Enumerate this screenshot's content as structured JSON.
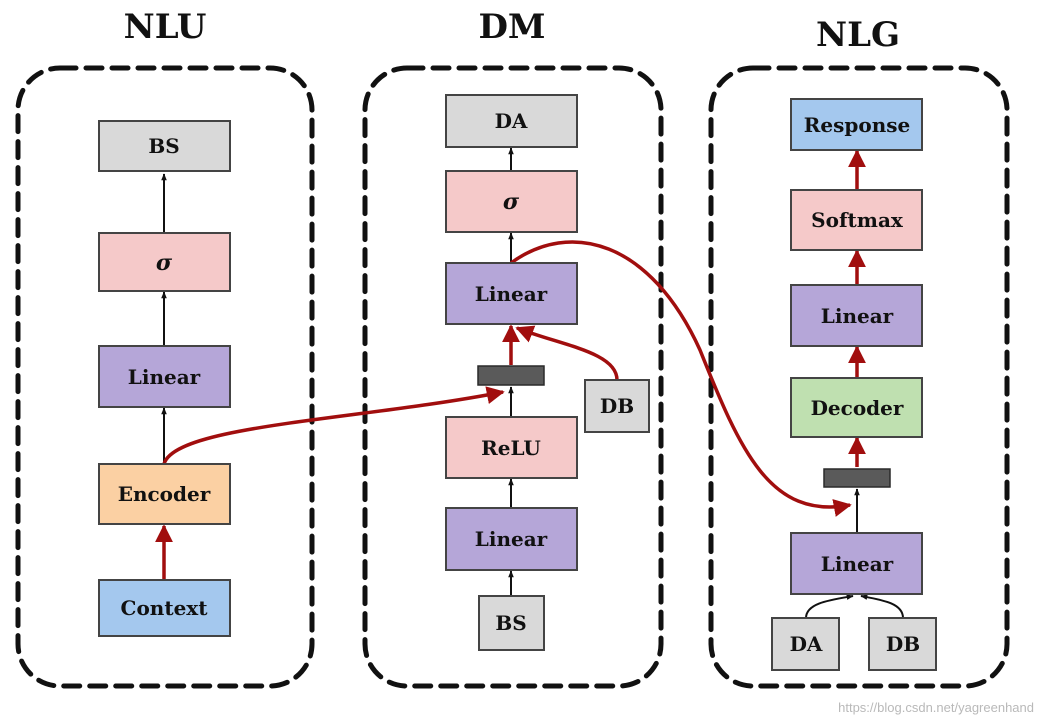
{
  "sections": {
    "nlu": {
      "title": "NLU"
    },
    "dm": {
      "title": "DM"
    },
    "nlg": {
      "title": "NLG"
    }
  },
  "nodes": {
    "nlu_bs": {
      "label": "BS"
    },
    "nlu_sigma": {
      "label": "σ"
    },
    "nlu_linear": {
      "label": "Linear"
    },
    "nlu_encoder": {
      "label": "Encoder"
    },
    "nlu_context": {
      "label": "Context"
    },
    "dm_da": {
      "label": "DA"
    },
    "dm_sigma": {
      "label": "σ"
    },
    "dm_linear_top": {
      "label": "Linear"
    },
    "dm_relu": {
      "label": "ReLU"
    },
    "dm_linear_bottom": {
      "label": "Linear"
    },
    "dm_bs": {
      "label": "BS"
    },
    "dm_db": {
      "label": "DB"
    },
    "nlg_response": {
      "label": "Response"
    },
    "nlg_softmax": {
      "label": "Softmax"
    },
    "nlg_linear_top": {
      "label": "Linear"
    },
    "nlg_decoder": {
      "label": "Decoder"
    },
    "nlg_linear_bottom": {
      "label": "Linear"
    },
    "nlg_da": {
      "label": "DA"
    },
    "nlg_db": {
      "label": "DB"
    }
  },
  "colors": {
    "gray": "#d9d9d9",
    "pink": "#f5c9c9",
    "purple": "#b5a6d8",
    "orange": "#fbd0a3",
    "blue": "#a4c8ee",
    "green": "#bfe0b0",
    "red_arrow": "#a10e0e",
    "concat_bar": "#5a5a5a"
  },
  "watermark": "https://blog.csdn.net/yagreenhand"
}
